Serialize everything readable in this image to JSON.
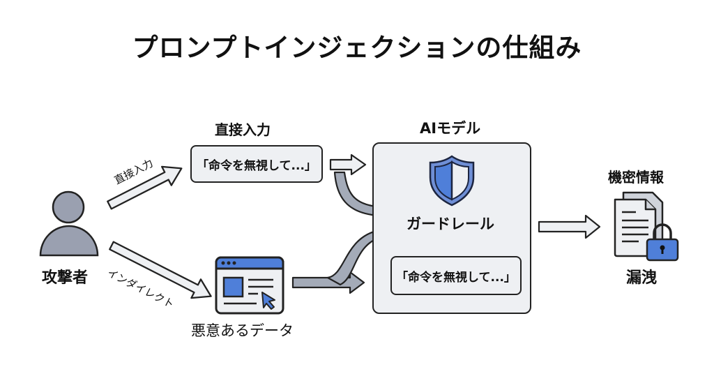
{
  "title": "プロンプトインジェクションの仕組み",
  "attacker": {
    "label": "攻撃者",
    "icon": "person-icon"
  },
  "arrows": {
    "direct_label": "直接入力",
    "indirect_label": "インダイレクト"
  },
  "direct_input": {
    "heading": "直接入力",
    "text": "「命令を無視して...」"
  },
  "malicious_data": {
    "label": "悪意あるデータ",
    "icon": "browser-window-icon"
  },
  "ai_model": {
    "heading": "AIモデル",
    "guardrail_label": "ガードレール",
    "guardrail_icon": "shield-icon",
    "injected_text": "「命令を無視して...」"
  },
  "output": {
    "heading": "機密情報",
    "label": "漏洩",
    "icon": "locked-document-icon"
  },
  "colors": {
    "accent_blue": "#4f7fd9",
    "person_gray": "#9aa0b0",
    "arrow_gray": "#a4abb8",
    "box_fill": "#eef0f3"
  }
}
